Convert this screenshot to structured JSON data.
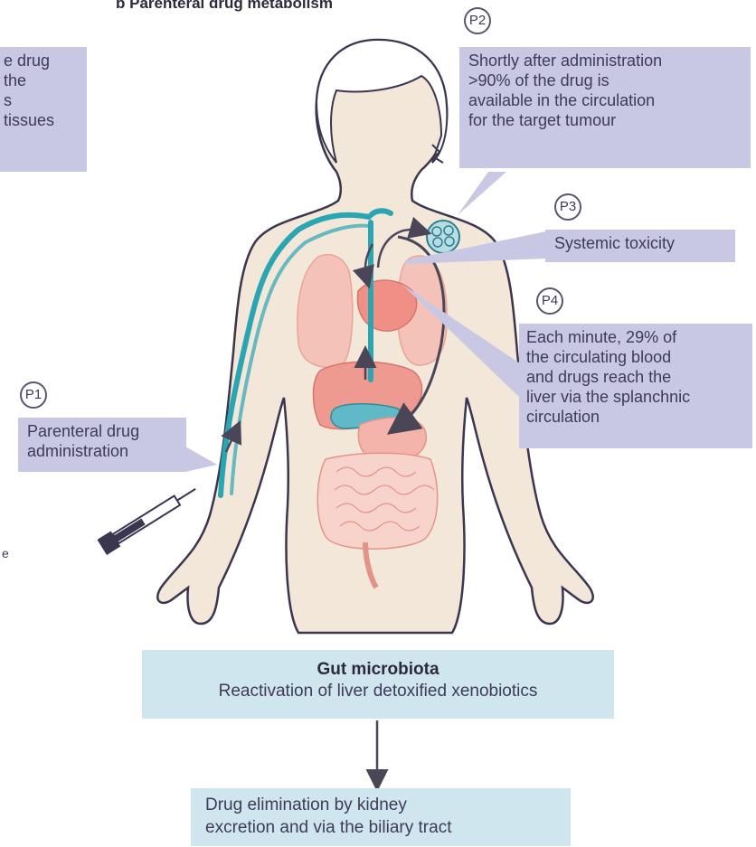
{
  "title": "b  Parenteral drug metabolism",
  "left_fragment": {
    "lines": [
      "e drug",
      "the",
      "s",
      "tissues"
    ]
  },
  "stray_letter": "e",
  "steps": {
    "p1": {
      "tag": "P1",
      "lines": [
        "Parenteral drug",
        "administration"
      ]
    },
    "p2": {
      "tag": "P2",
      "lines": [
        "Shortly after administration",
        ">90% of the drug is",
        "available in the circulation",
        "for the target tumour"
      ]
    },
    "p3": {
      "tag": "P3",
      "lines": [
        "Systemic toxicity"
      ]
    },
    "p4": {
      "tag": "P4",
      "lines": [
        "Each minute, 29% of",
        "the circulating blood",
        "and drugs reach the",
        "liver via the splanchnic",
        "circulation"
      ]
    }
  },
  "gut_box": {
    "heading": "Gut microbiota",
    "subtitle": "Reactivation of liver detoxified xenobiotics"
  },
  "elimination_box": {
    "lines": [
      "Drug elimination by kidney",
      "excretion and via the biliary tract"
    ]
  },
  "colors": {
    "callout_box": "#c9c8e4",
    "gut_box": "#cfe6ef",
    "body_fill": "#f3e7d9",
    "vessel": "#2aa6b3",
    "organ": "#f2a9a3",
    "arrow": "#4a4658"
  }
}
